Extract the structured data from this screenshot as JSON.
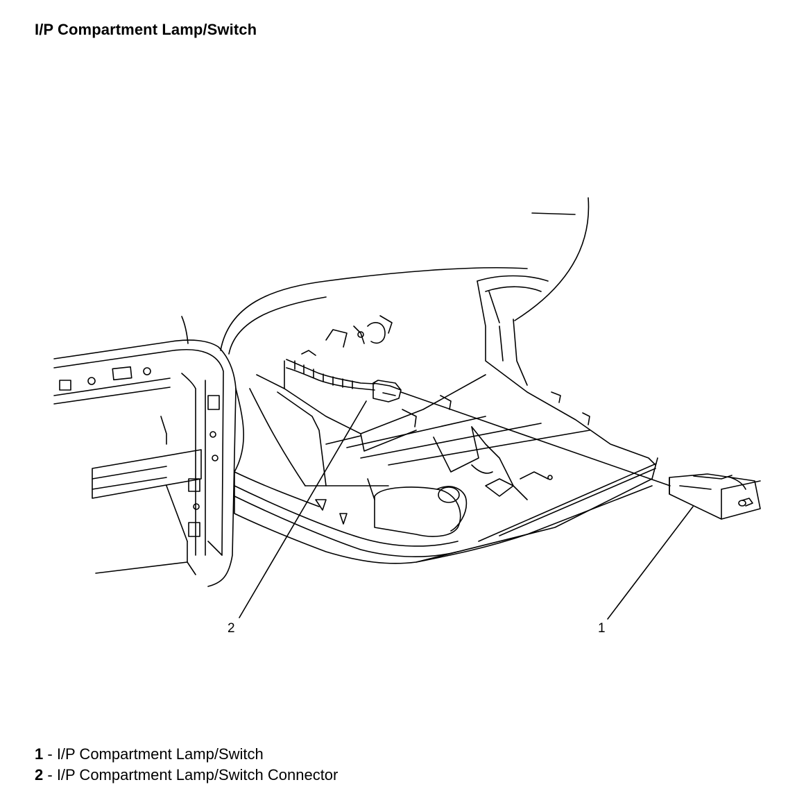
{
  "title": "I/P Compartment Lamp/Switch",
  "callouts": [
    {
      "number": "2"
    },
    {
      "number": "1"
    }
  ],
  "legend": [
    {
      "number": "1",
      "separator": " - ",
      "text": "I/P Compartment Lamp/Switch"
    },
    {
      "number": "2",
      "separator": " - ",
      "text": "I/P Compartment Lamp/Switch Connector"
    }
  ],
  "colors": {
    "line": "#000000",
    "background": "#ffffff"
  }
}
